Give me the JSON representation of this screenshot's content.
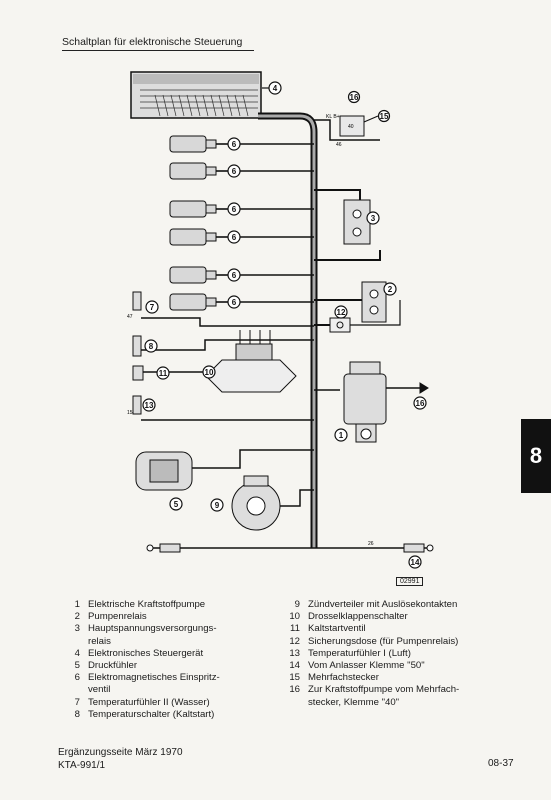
{
  "title": "Schaltplan für elektronische Steuerung",
  "section_tab": "8",
  "figure_ref": "02991",
  "terminal_labels": {
    "kl_b": "KL B+",
    "relay_40": "40",
    "relay_46": "46",
    "wire_26": "26",
    "temp_47": "47",
    "temp_15": "15"
  },
  "callouts": [
    "4",
    "16",
    "15",
    "6",
    "6",
    "6",
    "6",
    "6",
    "6",
    "3",
    "2",
    "12",
    "7",
    "8",
    "10",
    "11",
    "13",
    "1",
    "16",
    "5",
    "9",
    "14"
  ],
  "legend_left": [
    {
      "num": "1",
      "text": "Elektrische Kraftstoffpumpe"
    },
    {
      "num": "2",
      "text": "Pumpenrelais"
    },
    {
      "num": "3",
      "text": "Hauptspannungsversorgungs-\nrelais"
    },
    {
      "num": "4",
      "text": "Elektronisches Steuergerät"
    },
    {
      "num": "5",
      "text": "Druckfühler"
    },
    {
      "num": "6",
      "text": "Elektromagnetisches Einspritz-\nventil"
    },
    {
      "num": "7",
      "text": "Temperaturfühler II (Wasser)"
    },
    {
      "num": "8",
      "text": "Temperaturschalter (Kaltstart)"
    }
  ],
  "legend_right": [
    {
      "num": "9",
      "text": "Zündverteiler mit Auslösekontakten"
    },
    {
      "num": "10",
      "text": "Drosselklappenschalter"
    },
    {
      "num": "11",
      "text": "Kaltstartventil"
    },
    {
      "num": "12",
      "text": "Sicherungsdose (für Pumpenrelais)"
    },
    {
      "num": "13",
      "text": "Temperaturfühler I (Luft)"
    },
    {
      "num": "14",
      "text": "Vom Anlasser Klemme \"50\""
    },
    {
      "num": "15",
      "text": "Mehrfachstecker"
    },
    {
      "num": "16",
      "text": "Zur Kraftstoffpumpe vom Mehrfach-\nstecker, Klemme \"40\""
    }
  ],
  "footer": {
    "line1": "Ergänzungsseite März 1970",
    "line2": "KTA-991/1",
    "page": "08-37"
  }
}
